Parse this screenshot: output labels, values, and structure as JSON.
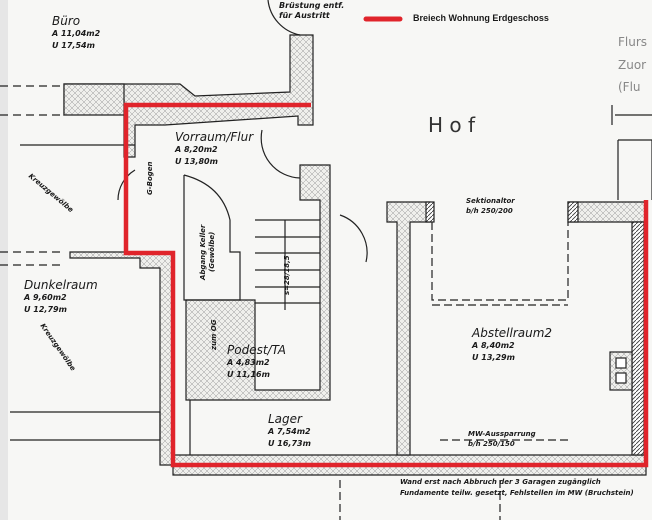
{
  "legend": {
    "label": "Breiech Wohnung Erdgeschoss",
    "color": "#e0242b"
  },
  "rooms": [
    {
      "name": "Büro",
      "area": "A 11,04m2",
      "perimeter": "U 17,54m"
    },
    {
      "name": "Vorraum/Flur",
      "area": "A  8,20m2",
      "perimeter": "U 13,80m"
    },
    {
      "name": "Dunkelraum",
      "area": "A  9,60m2",
      "perimeter": "U 12,79m"
    },
    {
      "name": "Podest/TA",
      "area": "A  4,83m2",
      "perimeter": "U 11,16m"
    },
    {
      "name": "Lager",
      "area": "A  7,54m2",
      "perimeter": "U 16,73m"
    },
    {
      "name": "Abstellraum2",
      "area": "A 8,40m2",
      "perimeter": "U 13,29m"
    }
  ],
  "annotations": {
    "hof": "H o f",
    "bruestung_1": "Brüstung entf.",
    "bruestung_2": "für Austritt",
    "kreuzgewoelbe": "Kreuzgewölbe",
    "g_bogen": "G-Bogen",
    "abgang_keller": "Abgang Keller",
    "gewoelbe": "(Gewölbe)",
    "zum_og": "zum OG",
    "stair": "s=28/18,5",
    "sektionaltor_1": "Sektionaltor",
    "sektionaltor_2": "b/h 250/200",
    "mw_1": "MW-Aussparrung",
    "mw_2": "b/h 250/150",
    "note_1": "Wand erst nach Abbruch der 3 Garagen zugänglich",
    "note_2": "Fundamente teilw. gesetzt, Fehlstellen im MW (Bruchstein)",
    "right_1": "Flurs",
    "right_2": "Zuor",
    "right_3": "(Flu"
  }
}
